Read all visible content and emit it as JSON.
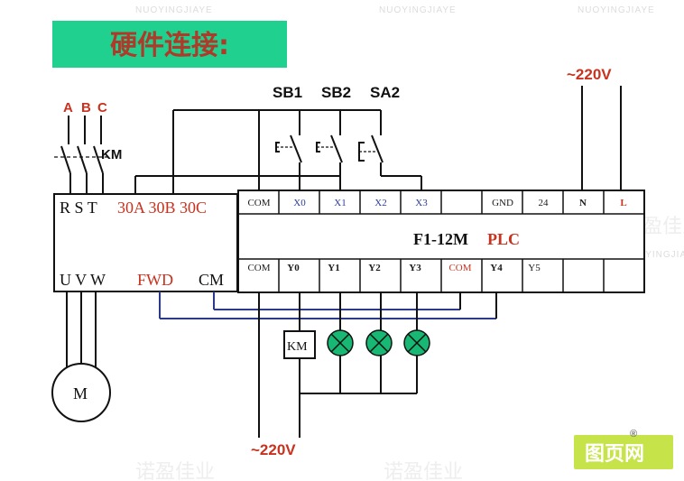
{
  "title": "硬件连接:",
  "phases": [
    "A",
    "B",
    "C"
  ],
  "km_contact_label": "KM",
  "switches": [
    "SB1",
    "SB2",
    "SA2"
  ],
  "power_top": "~220V",
  "power_bottom": "~220V",
  "inverter": {
    "top_left": "R S T",
    "top_right": "30A 30B 30C",
    "bottom_left": "U V W",
    "fwd": "FWD",
    "cm": "CM"
  },
  "motor": "M",
  "plc": {
    "model": "F1-12M",
    "suffix": "PLC",
    "top_terminals": [
      "COM",
      "X0",
      "X1",
      "X2",
      "X3",
      "",
      "GND",
      "24",
      "N",
      "L"
    ],
    "bottom_terminals": [
      "COM",
      "Y0",
      "Y1",
      "Y2",
      "Y3",
      "COM",
      "Y4",
      "Y5",
      "",
      ""
    ]
  },
  "relay_coil": "KM",
  "watermark_text": "NUOYINGJIAYE",
  "watermark_cn": "诺盈佳业",
  "logo": {
    "text": "图页网",
    "mark": "®"
  },
  "colors": {
    "title_bg": "#1fd08f",
    "lamp": "#17b873",
    "wire_blue": "#2b3a8c",
    "accent_red": "#c8321f"
  }
}
